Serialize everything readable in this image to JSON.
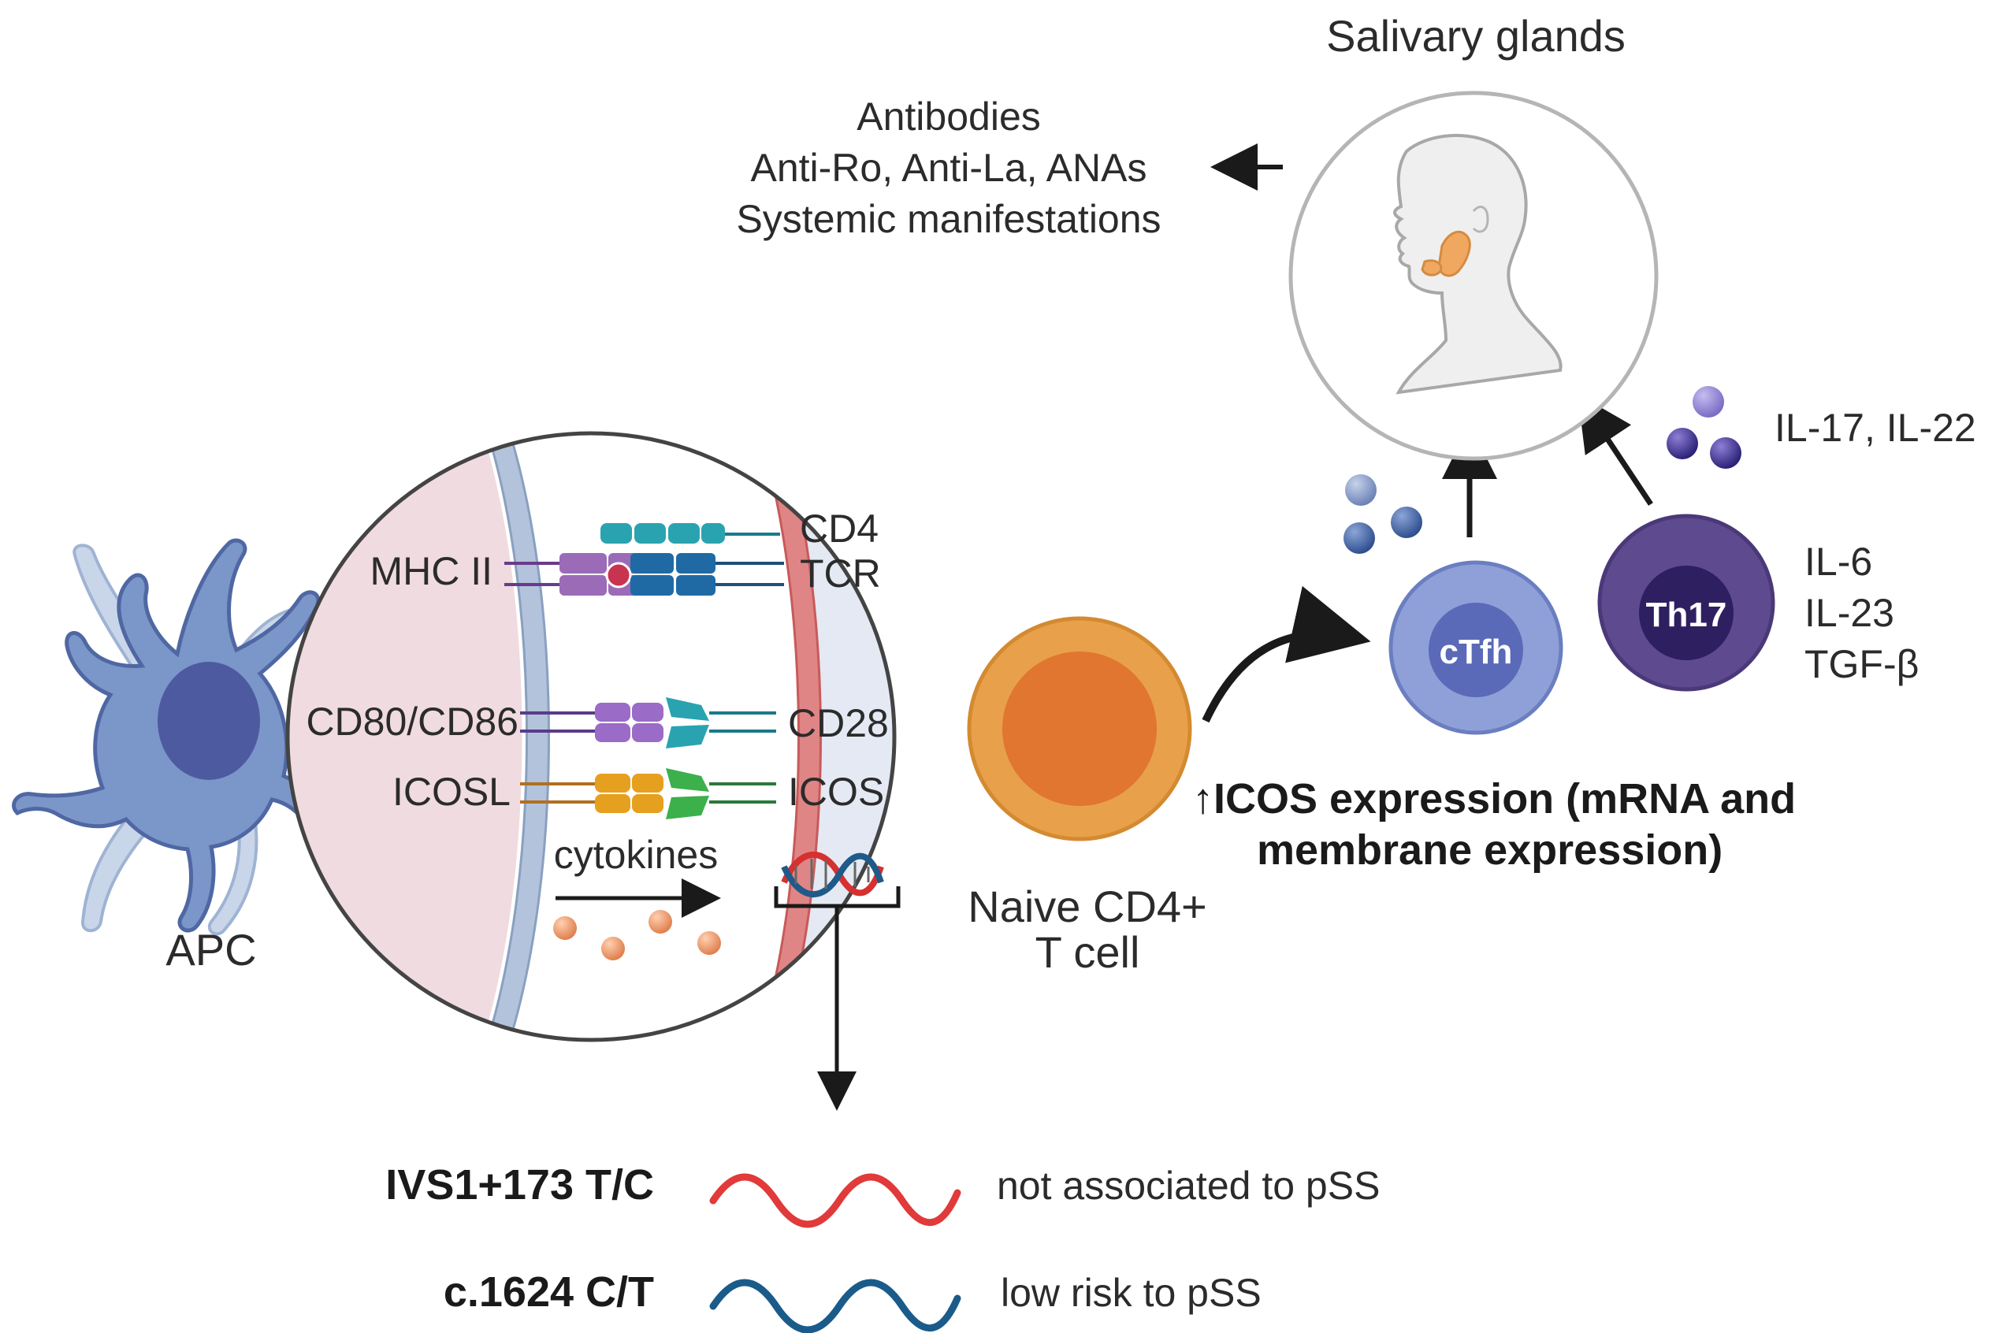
{
  "title": "Salivary glands",
  "outputs": {
    "line1": "Antibodies",
    "line2": "Anti-Ro, Anti-La, ANAs",
    "line3": "Systemic manifestations"
  },
  "cells": {
    "apc": "APC",
    "naive_line1": "Naive CD4+",
    "naive_line2": "T cell",
    "ctfh": "cTfh",
    "th17": "Th17"
  },
  "th17_cytokines": {
    "secreted": "IL-17, IL-22",
    "inducers": [
      "IL-6",
      "IL-23",
      "TGF-β"
    ]
  },
  "synapse": {
    "apc_side": [
      "MHC II",
      "CD80/CD86",
      "ICOSL"
    ],
    "t_side": [
      "CD4",
      "TCR",
      "CD28",
      "ICOS"
    ],
    "cytokines": "cytokines"
  },
  "icos_finding": {
    "line1": "↑ICOS expression (mRNA and",
    "line2": "membrane expression)"
  },
  "polymorphisms": [
    {
      "name": "IVS1+173 T/C",
      "effect": "not associated to pSS",
      "color": "#e03a3a"
    },
    {
      "name": "c.1624 C/T",
      "effect": "low risk to pSS",
      "color": "#1a5b8a"
    }
  ],
  "colors": {
    "apc": "#7b96c8",
    "naive": "#e9a04a",
    "ctfh": "#8fa0d8",
    "th17": "#5e4a8e",
    "apc_membrane": "#b3c3dc",
    "t_membrane": "#e08585"
  }
}
